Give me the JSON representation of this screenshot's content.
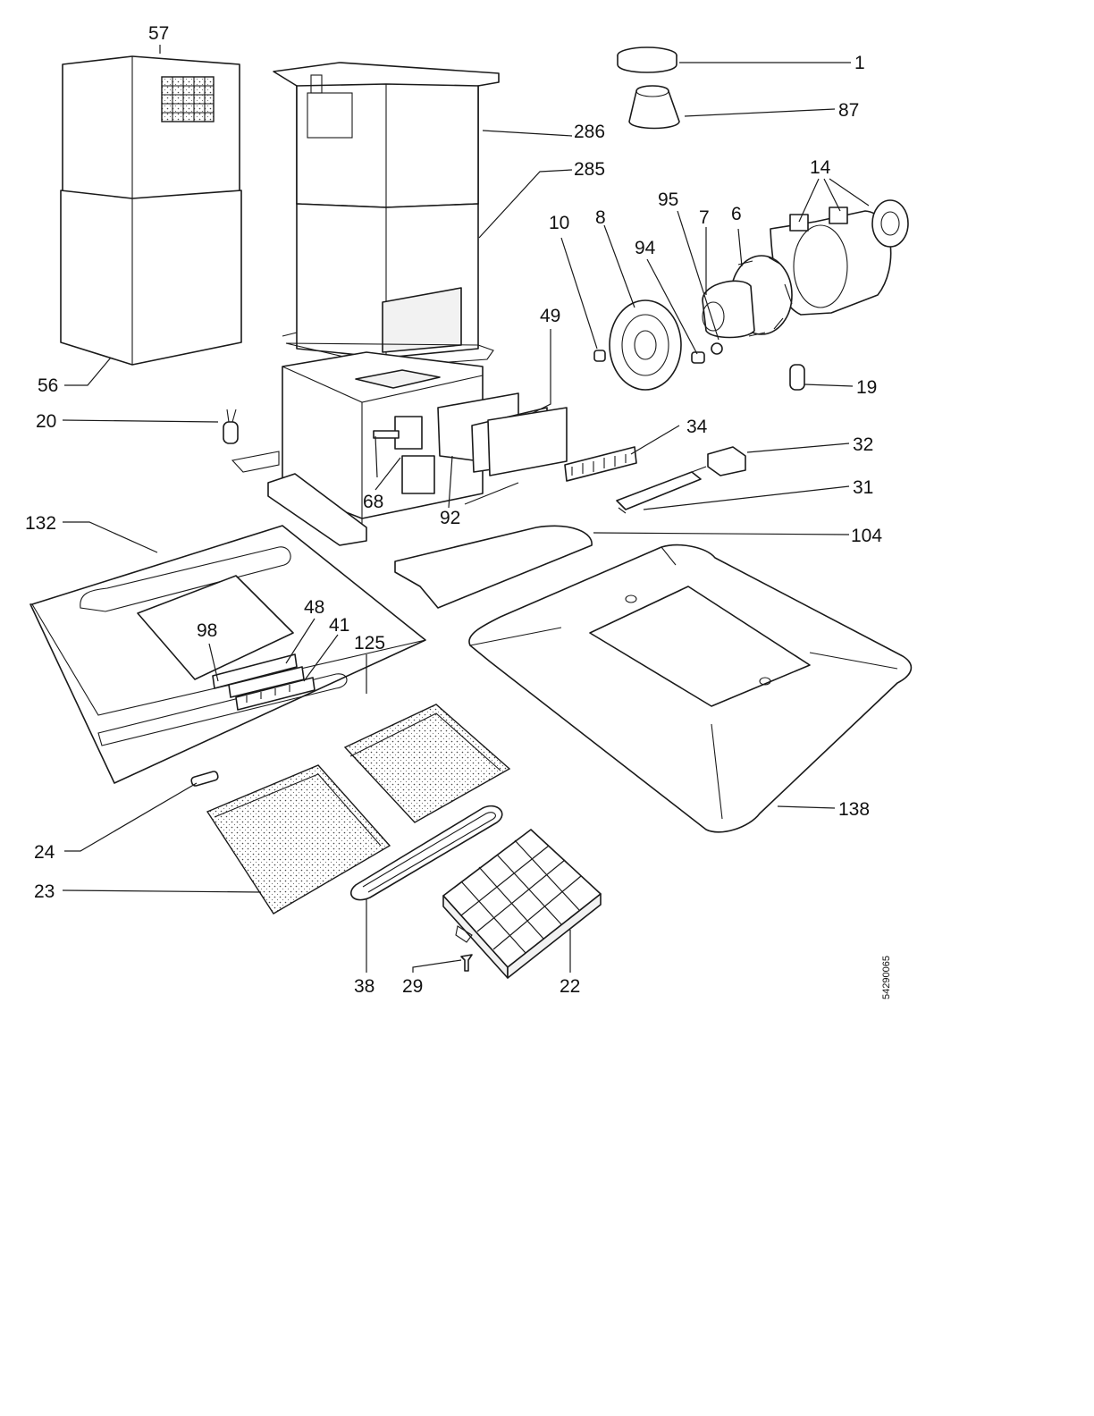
{
  "drawing_code": "54290065",
  "callouts": [
    {
      "id": "57",
      "text": "57"
    },
    {
      "id": "56",
      "text": "56"
    },
    {
      "id": "286",
      "text": "286"
    },
    {
      "id": "285",
      "text": "285"
    },
    {
      "id": "1",
      "text": "1"
    },
    {
      "id": "87",
      "text": "87"
    },
    {
      "id": "14",
      "text": "14"
    },
    {
      "id": "95",
      "text": "95"
    },
    {
      "id": "7",
      "text": "7"
    },
    {
      "id": "6",
      "text": "6"
    },
    {
      "id": "10",
      "text": "10"
    },
    {
      "id": "8",
      "text": "8"
    },
    {
      "id": "94",
      "text": "94"
    },
    {
      "id": "49",
      "text": "49"
    },
    {
      "id": "19",
      "text": "19"
    },
    {
      "id": "20",
      "text": "20"
    },
    {
      "id": "34",
      "text": "34"
    },
    {
      "id": "32",
      "text": "32"
    },
    {
      "id": "31",
      "text": "31"
    },
    {
      "id": "68",
      "text": "68"
    },
    {
      "id": "92",
      "text": "92"
    },
    {
      "id": "104",
      "text": "104"
    },
    {
      "id": "132",
      "text": "132"
    },
    {
      "id": "48",
      "text": "48"
    },
    {
      "id": "41",
      "text": "41"
    },
    {
      "id": "98",
      "text": "98"
    },
    {
      "id": "125",
      "text": "125"
    },
    {
      "id": "138",
      "text": "138"
    },
    {
      "id": "24",
      "text": "24"
    },
    {
      "id": "23",
      "text": "23"
    },
    {
      "id": "38",
      "text": "38"
    },
    {
      "id": "29",
      "text": "29"
    },
    {
      "id": "22",
      "text": "22"
    }
  ]
}
